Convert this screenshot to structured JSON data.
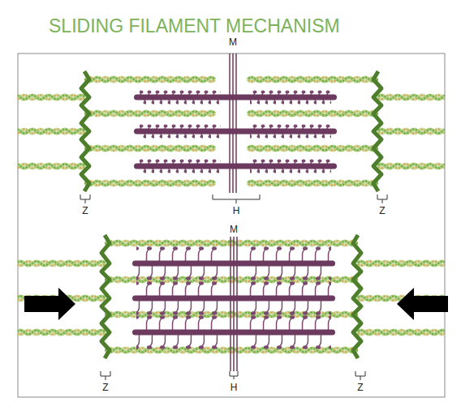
{
  "diagram": {
    "title": "SLIDING FILAMENT MECHANISM",
    "labels": [
      "M",
      "Z",
      "H",
      "Z",
      "M",
      "Z",
      "H",
      "Z"
    ]
  }
}
